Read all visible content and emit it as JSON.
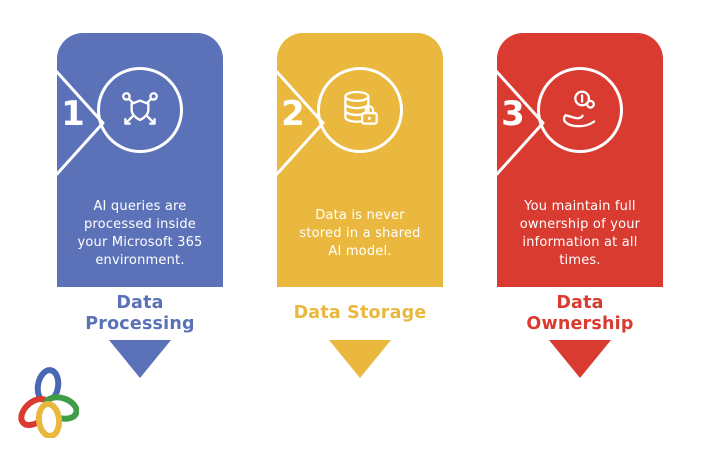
{
  "page": {
    "background": "#ffffff"
  },
  "steps": [
    {
      "number": "1",
      "color": "#5b72b8",
      "icon": "share-network-shield-icon",
      "description": "AI queries are\nprocessed inside\nyour Microsoft 365\nenvironment.",
      "title": "Data\nProcessing"
    },
    {
      "number": "2",
      "color": "#eab83e",
      "icon": "database-lock-icon",
      "description": "Data is never\nstored in a shared\nAI model.",
      "title": "Data Storage"
    },
    {
      "number": "3",
      "color": "#d93b30",
      "icon": "hand-coin-icon",
      "description": "You maintain full\nownership of your\ninformation at all\ntimes.",
      "title": "Data\nOwnership"
    }
  ],
  "logo": {
    "name": "four-petal-flower-logo",
    "petal_colors": [
      "#4a67b5",
      "#d93b30",
      "#3f9c47",
      "#eab83e"
    ]
  }
}
